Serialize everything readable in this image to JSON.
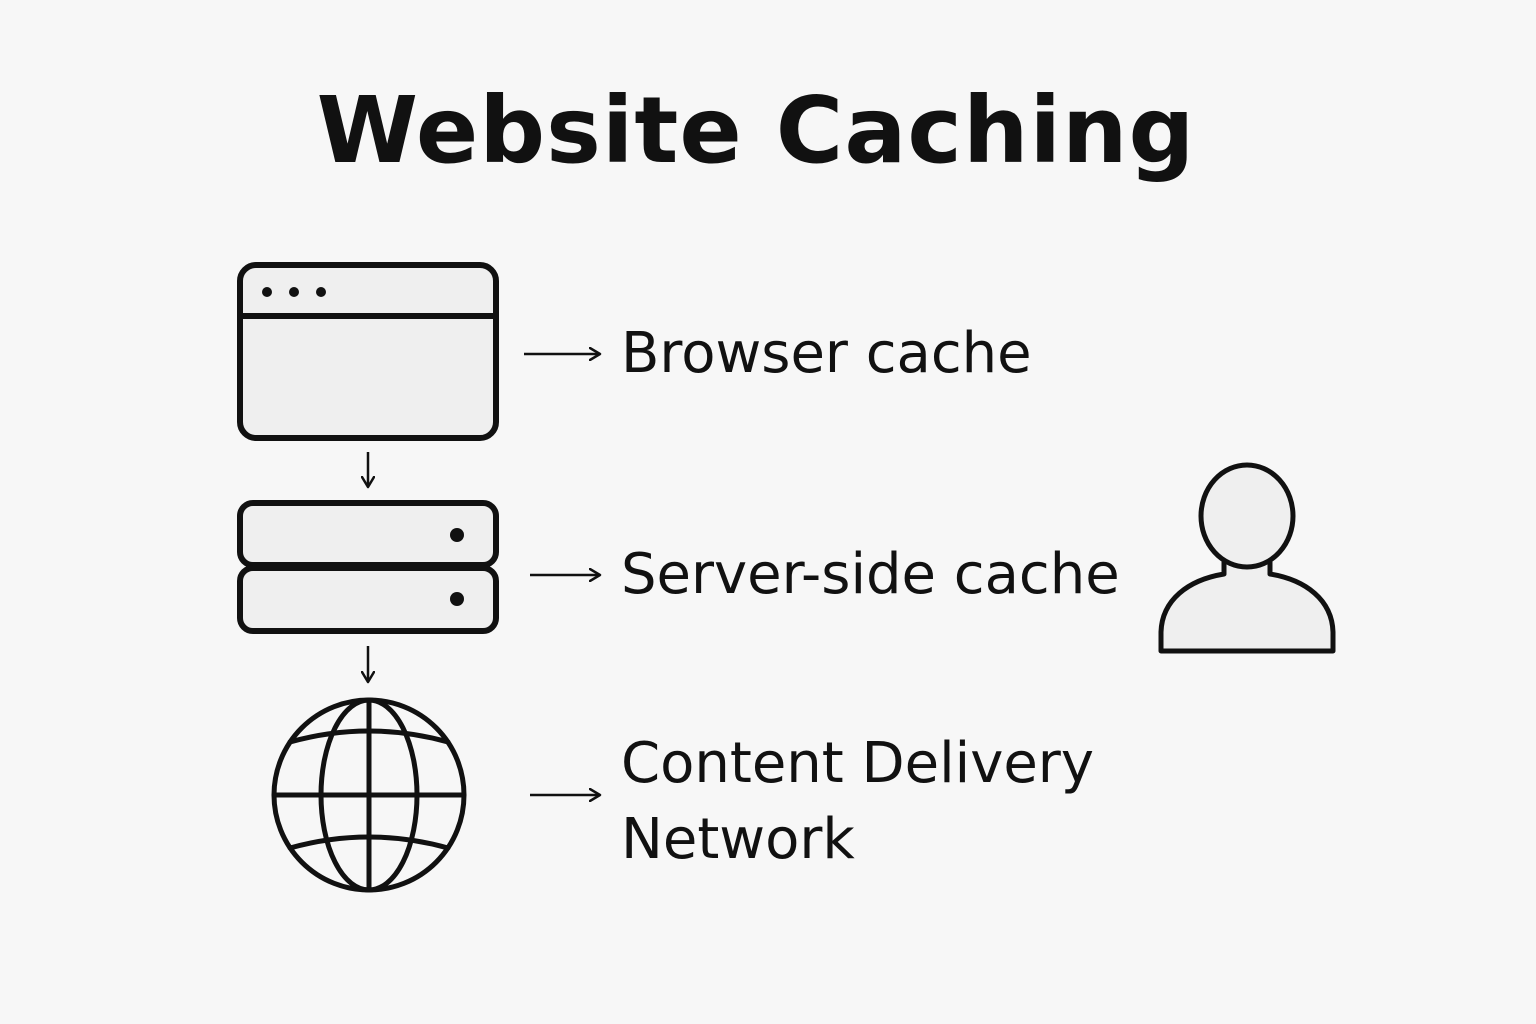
{
  "title": "Website Caching",
  "layers": {
    "browser": {
      "label": "Browser cache",
      "icon": "browser-window-icon"
    },
    "server": {
      "label": "Server-side cache",
      "icon": "server-stack-icon"
    },
    "cdn": {
      "label_line1": "Content Delivery",
      "label_line2": "Network",
      "icon": "globe-icon"
    }
  },
  "user": {
    "icon": "user-silhouette-icon"
  },
  "colors": {
    "background": "#f7f7f7",
    "stroke": "#111111",
    "icon_fill": "#efefef"
  }
}
